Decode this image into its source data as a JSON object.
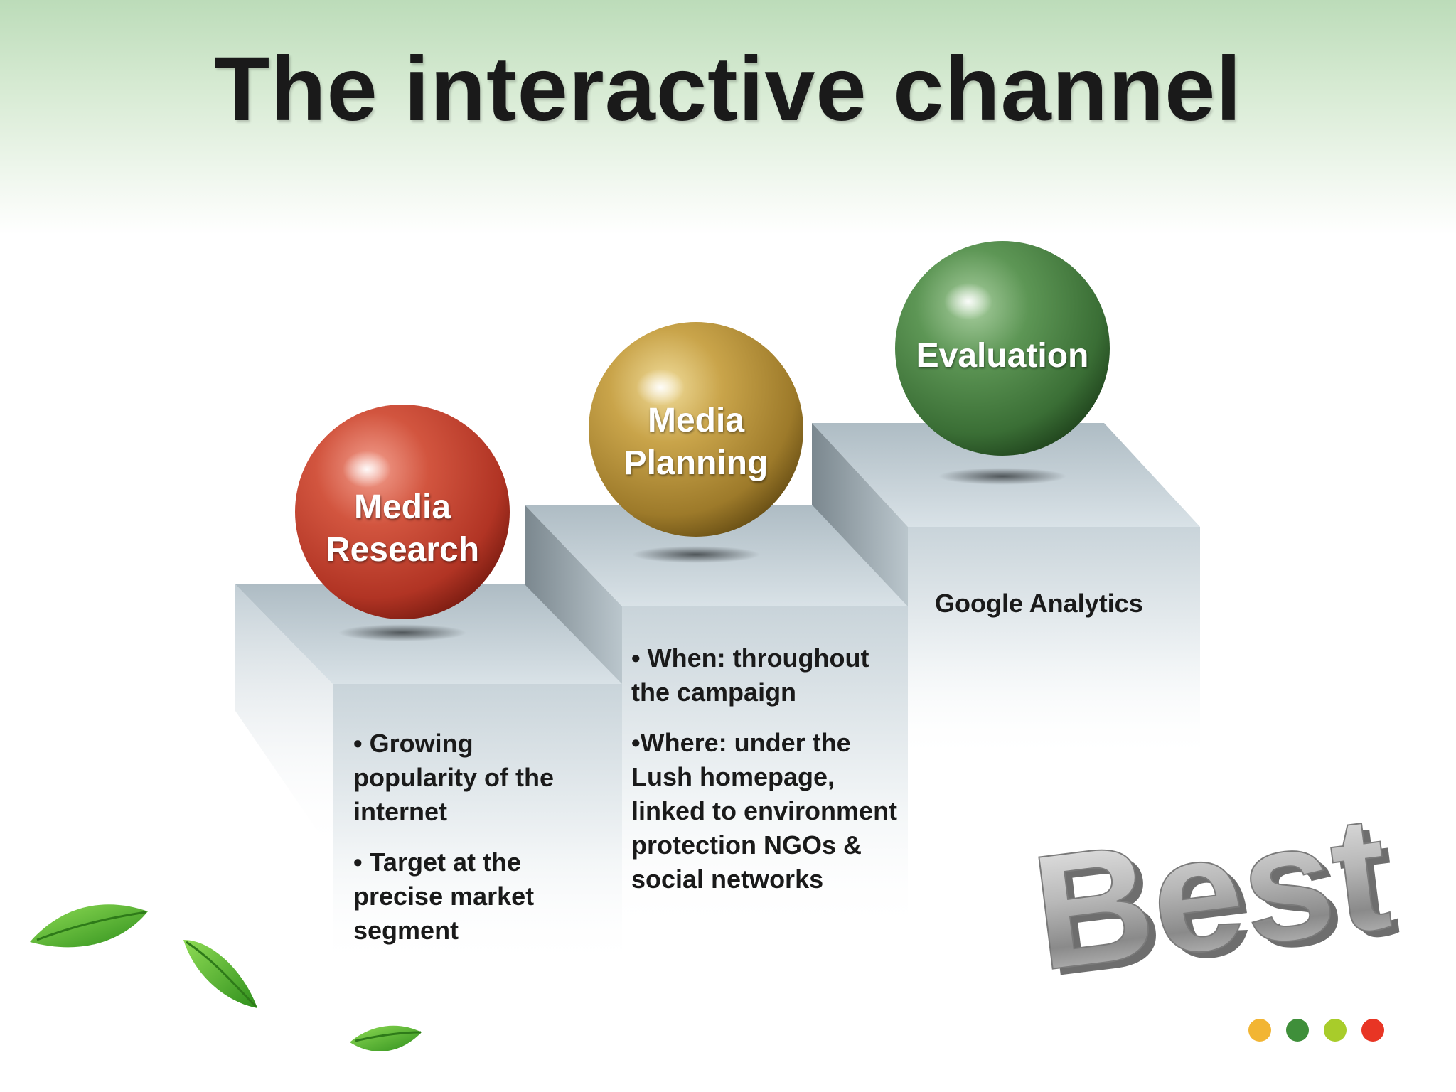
{
  "title": "The interactive channel",
  "steps": [
    {
      "label_lines": [
        "Media",
        "Research"
      ],
      "sphere_color": "#c0392b",
      "bullets": [
        "• Growing popularity of the internet",
        "• Target at the precise market segment"
      ]
    },
    {
      "label_lines": [
        "Media",
        "Planning"
      ],
      "sphere_color": "#b08a2e",
      "bullets": [
        "• When: throughout the campaign",
        "•Where: under the Lush homepage, linked to environment protection NGOs & social networks"
      ]
    },
    {
      "label_lines": [
        "Evaluation"
      ],
      "sphere_color": "#3f7a3a",
      "bullets": [
        "Google Analytics"
      ]
    }
  ],
  "decor": {
    "logo_text": "Best",
    "leaf_color": "#4caf2a",
    "dots": [
      "#f2b533",
      "#3f8f3a",
      "#a8cc2a",
      "#e83524"
    ]
  }
}
